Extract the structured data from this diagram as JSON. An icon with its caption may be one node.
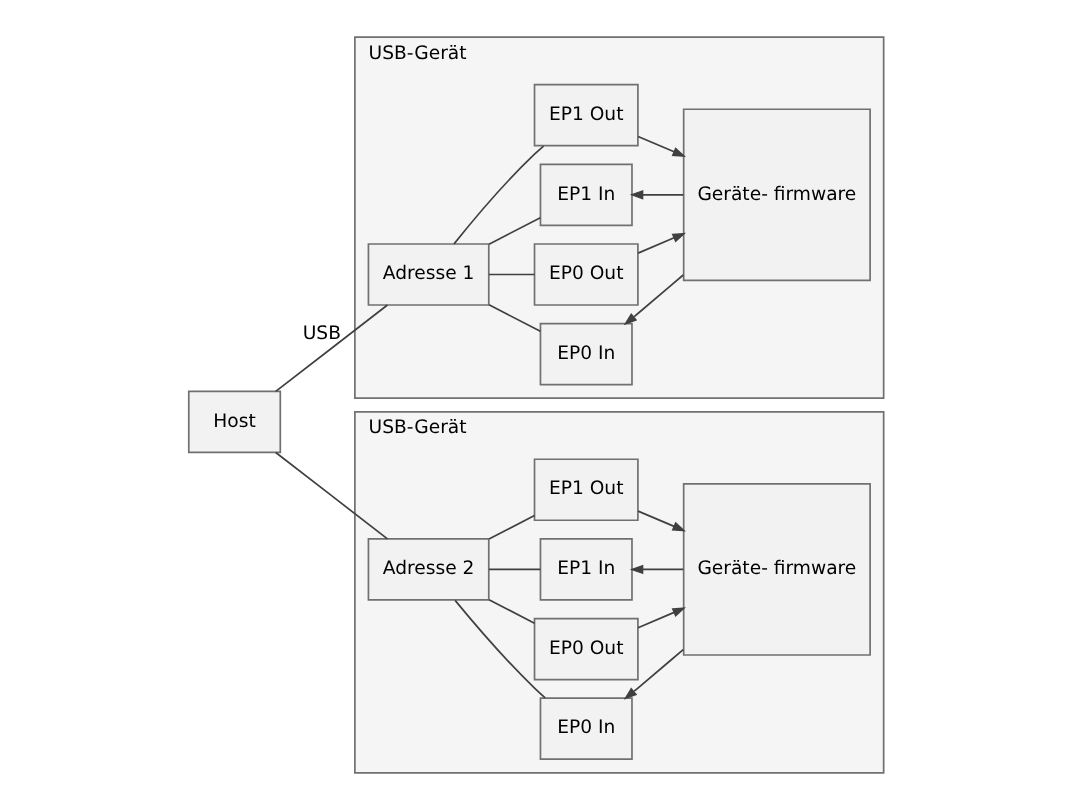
{
  "diagram": {
    "nodes": [
      {
        "text": [
          "Host"
        ]
      },
      {
        "text": [
          "USB-Gerät"
        ]
      },
      {
        "text": [
          "Adresse 1"
        ],
        "in": 1
      },
      {
        "text": [
          "EP0 In"
        ],
        "in": 1
      },
      {
        "text": [
          "EP0 Out"
        ],
        "in": 1
      },
      {
        "text": [
          "EP1 In"
        ],
        "in": 1
      },
      {
        "text": [
          "EP1 Out"
        ],
        "in": 1
      },
      {
        "text": [
          "Geräte- firmware"
        ],
        "in": 1
      },
      {
        "text": [
          "USB-Gerät"
        ]
      },
      {
        "text": [
          "Adresse 2"
        ],
        "in": 8
      },
      {
        "text": [
          "EP0 In"
        ],
        "in": 8
      },
      {
        "text": [
          "EP0 Out"
        ],
        "in": 8
      },
      {
        "text": [
          "EP1 In"
        ],
        "in": 8
      },
      {
        "text": [
          "EP1 Out"
        ],
        "in": 8
      },
      {
        "text": [
          "Geräte- firmware"
        ],
        "in": 8
      }
    ],
    "edges": [
      {
        "from": 0,
        "to": 2,
        "arrow": "none",
        "label": "USB"
      },
      {
        "from": 0,
        "to": 9,
        "arrow": "none"
      },
      {
        "from": 2,
        "to": 3,
        "arrow": "none"
      },
      {
        "from": 2,
        "to": 4,
        "arrow": "none"
      },
      {
        "from": 2,
        "to": 5,
        "arrow": "none"
      },
      {
        "from": 2,
        "to": 6,
        "arrow": "none"
      },
      {
        "from": 7,
        "to": 3,
        "arrow": "to"
      },
      {
        "from": 4,
        "to": 7,
        "arrow": "to"
      },
      {
        "from": 7,
        "to": 5,
        "arrow": "to"
      },
      {
        "from": 6,
        "to": 7,
        "arrow": "to"
      },
      {
        "from": 9,
        "to": 10,
        "arrow": "none"
      },
      {
        "from": 9,
        "to": 11,
        "arrow": "none"
      },
      {
        "from": 9,
        "to": 12,
        "arrow": "none"
      },
      {
        "from": 9,
        "to": 13,
        "arrow": "none"
      },
      {
        "from": 14,
        "to": 10,
        "arrow": "to"
      },
      {
        "from": 11,
        "to": 14,
        "arrow": "to"
      },
      {
        "from": 14,
        "to": 12,
        "arrow": "to"
      },
      {
        "from": 13,
        "to": 14,
        "arrow": "to"
      }
    ]
  }
}
